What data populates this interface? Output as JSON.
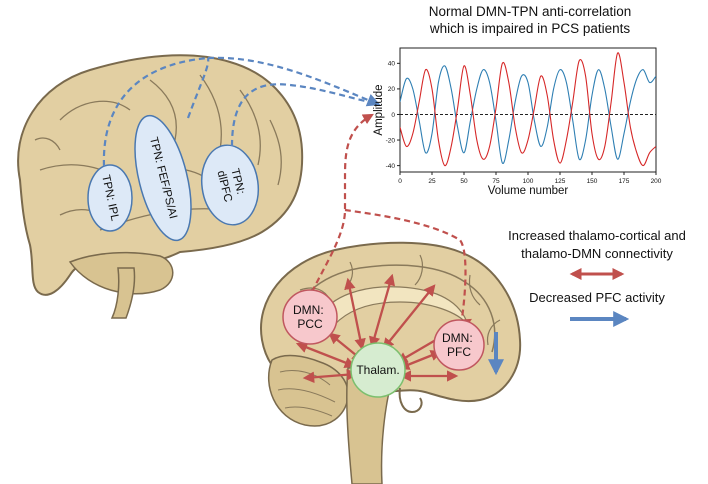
{
  "panel_title": {
    "line1": "Normal DMN-TPN anti-correlation",
    "line2": "which is impaired in PCS patients"
  },
  "tpn_regions": {
    "ipl": "TPN: IPL",
    "fef": "TPN: FEF/PS/AI",
    "dlpfc_line1": "TPN:",
    "dlpfc_line2": "dlPFC"
  },
  "dmn_nodes": {
    "pcc_line1": "DMN:",
    "pcc_line2": "PCC",
    "pfc_line1": "DMN:",
    "pfc_line2": "PFC",
    "thalamus": "Thalam."
  },
  "legend": {
    "connectivity_line1": "Increased thalamo-cortical and",
    "connectivity_line2": "thalamo-DMN connectivity",
    "pfc": "Decreased PFC activity"
  },
  "colors": {
    "dmn_series": "#d62828",
    "tpn_series": "#2f7fb3",
    "tpn_region_fill": "#dde9f7",
    "tpn_region_stroke": "#4a78b0",
    "dmn_node_fill": "#f7c8cc",
    "dmn_node_stroke": "#c0575f",
    "thalamus_fill": "#d6ecd0",
    "thalamus_stroke": "#7cbf6e",
    "red_arrow": "#c0504d",
    "blue_arrow": "#5b86c1",
    "brain_fill": "#e2cfa2",
    "brain_stroke": "#7a6a4d"
  },
  "chart_data": {
    "type": "line",
    "xlabel": "Volume number",
    "ylabel": "Amplitude",
    "xlim": [
      0,
      200
    ],
    "ylim": [
      -45,
      52
    ],
    "xticks": [
      0,
      25,
      50,
      75,
      100,
      125,
      150,
      175,
      200
    ],
    "yticks": [
      -40,
      -20,
      0,
      20,
      40
    ],
    "zero_line": true,
    "series": [
      {
        "color": "#2f7fb3",
        "x": [
          0,
          5,
          10,
          15,
          20,
          25,
          30,
          35,
          40,
          45,
          50,
          55,
          60,
          65,
          70,
          75,
          80,
          85,
          90,
          95,
          100,
          105,
          110,
          115,
          120,
          125,
          130,
          135,
          140,
          145,
          150,
          155,
          160,
          165,
          170,
          175,
          180,
          185,
          190,
          195,
          200
        ],
        "y": [
          10,
          28,
          20,
          -5,
          -30,
          -15,
          25,
          38,
          20,
          -10,
          -30,
          -5,
          20,
          35,
          25,
          -5,
          -38,
          -20,
          10,
          30,
          25,
          -5,
          -25,
          -10,
          20,
          35,
          25,
          -5,
          -35,
          -20,
          15,
          35,
          20,
          -10,
          -35,
          -15,
          10,
          28,
          35,
          25,
          30
        ]
      },
      {
        "color": "#d62828",
        "x": [
          0,
          5,
          10,
          15,
          20,
          25,
          30,
          35,
          40,
          45,
          50,
          55,
          60,
          65,
          70,
          75,
          80,
          85,
          90,
          95,
          100,
          105,
          110,
          115,
          120,
          125,
          130,
          135,
          140,
          145,
          150,
          155,
          160,
          165,
          170,
          175,
          180,
          185,
          190,
          195,
          200
        ],
        "y": [
          -10,
          -25,
          -15,
          10,
          35,
          20,
          -20,
          -40,
          -25,
          5,
          38,
          15,
          -20,
          -35,
          -25,
          5,
          40,
          25,
          -10,
          -30,
          -20,
          5,
          30,
          15,
          -20,
          -38,
          -20,
          10,
          42,
          30,
          -15,
          -35,
          -25,
          10,
          48,
          25,
          -10,
          -30,
          -40,
          -30,
          -25
        ]
      }
    ]
  }
}
